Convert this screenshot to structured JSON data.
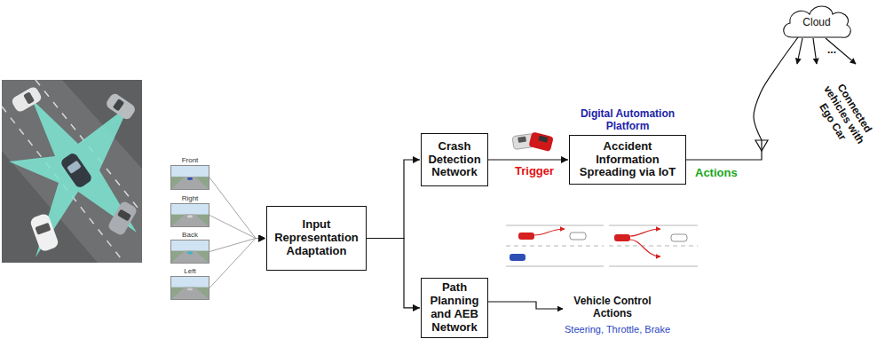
{
  "diagram": {
    "nodes": [
      {
        "text": [
          "Front"
        ]
      },
      {
        "text": [
          "Right"
        ]
      },
      {
        "text": [
          "Back"
        ]
      },
      {
        "text": [
          "Left"
        ]
      },
      {
        "text": [
          "Input Representation Adaptation"
        ]
      },
      {
        "text": [
          "Crash Detection Network"
        ]
      },
      {
        "text": [
          "Path Planning and AEB Network"
        ]
      },
      {
        "text": [
          "Digital Automation Platform",
          "Accident Information Spreading via IoT"
        ]
      },
      {
        "text": [
          "Cloud"
        ]
      }
    ],
    "edges": [
      {
        "from": 0,
        "to": 4,
        "arrow": "to"
      },
      {
        "from": 1,
        "to": 4,
        "arrow": "to"
      },
      {
        "from": 2,
        "to": 4,
        "arrow": "to"
      },
      {
        "from": 3,
        "to": 4,
        "arrow": "to"
      },
      {
        "from": 4,
        "to": 5,
        "arrow": "to"
      },
      {
        "from": 4,
        "to": 6,
        "arrow": "to"
      },
      {
        "from": 5,
        "to": 7,
        "label": "Trigger",
        "arrow": "to"
      },
      {
        "from": 7,
        "to": 8,
        "label": "Actions",
        "arrow": "none"
      }
    ],
    "labels": [
      "Vehicle Control Actions",
      "Steering, Throttle, Brake",
      "...",
      "Connected vehicles with Ego Car"
    ]
  }
}
